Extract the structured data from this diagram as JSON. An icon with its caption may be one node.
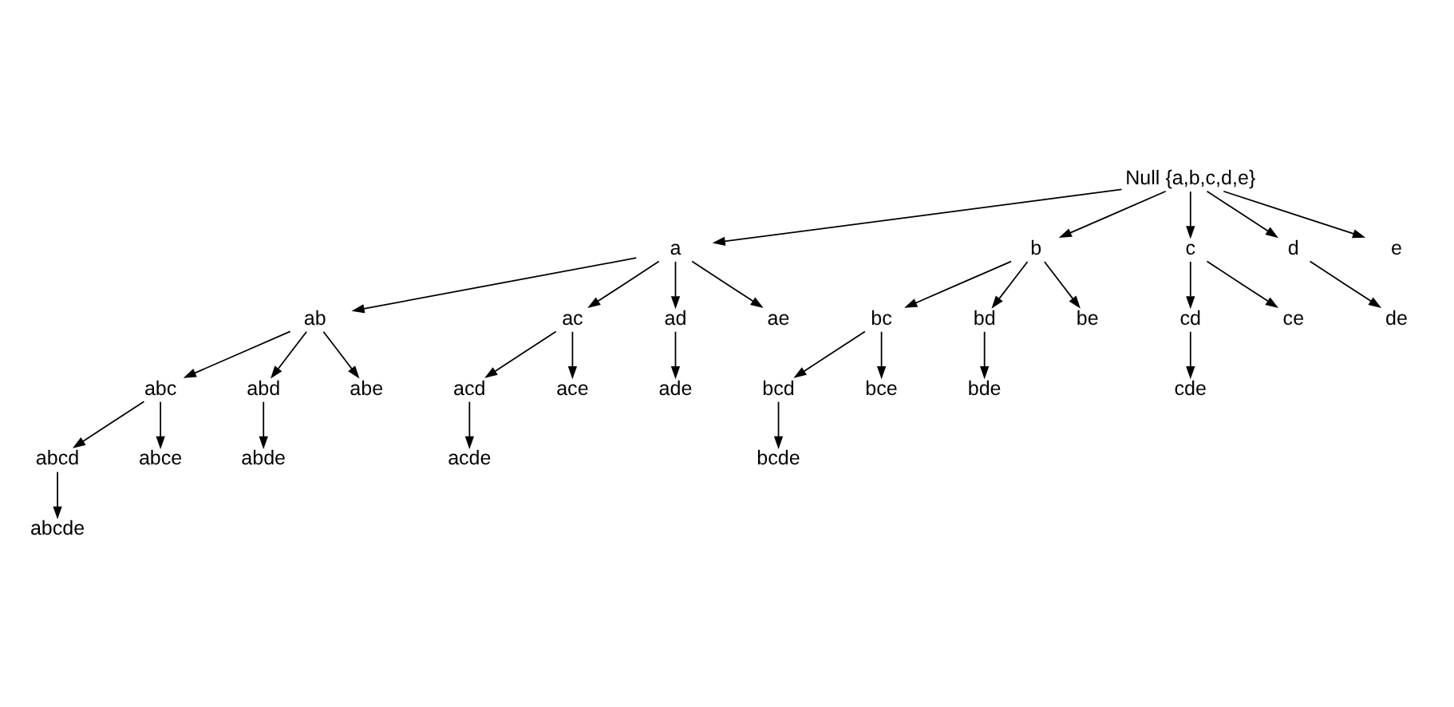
{
  "diagram": {
    "nodes": [
      {
        "text": [
          "Null {a,b,c,d,e}"
        ]
      },
      {
        "text": [
          "a"
        ]
      },
      {
        "text": [
          "b"
        ]
      },
      {
        "text": [
          "c"
        ]
      },
      {
        "text": [
          "d"
        ]
      },
      {
        "text": [
          "e"
        ]
      },
      {
        "text": [
          "ab"
        ]
      },
      {
        "text": [
          "ac"
        ]
      },
      {
        "text": [
          "ad"
        ]
      },
      {
        "text": [
          "ae"
        ]
      },
      {
        "text": [
          "bc"
        ]
      },
      {
        "text": [
          "bd"
        ]
      },
      {
        "text": [
          "be"
        ]
      },
      {
        "text": [
          "cd"
        ]
      },
      {
        "text": [
          "ce"
        ]
      },
      {
        "text": [
          "de"
        ]
      },
      {
        "text": [
          "abc"
        ]
      },
      {
        "text": [
          "abd"
        ]
      },
      {
        "text": [
          "abe"
        ]
      },
      {
        "text": [
          "acd"
        ]
      },
      {
        "text": [
          "ace"
        ]
      },
      {
        "text": [
          "ade"
        ]
      },
      {
        "text": [
          "bcd"
        ]
      },
      {
        "text": [
          "bce"
        ]
      },
      {
        "text": [
          "bde"
        ]
      },
      {
        "text": [
          "cde"
        ]
      },
      {
        "text": [
          "abcd"
        ]
      },
      {
        "text": [
          "abce"
        ]
      },
      {
        "text": [
          "abde"
        ]
      },
      {
        "text": [
          "acde"
        ]
      },
      {
        "text": [
          "bcde"
        ]
      },
      {
        "text": [
          "abcde"
        ]
      }
    ],
    "edges": [
      {
        "from": 0,
        "to": 1,
        "arrow": "to"
      },
      {
        "from": 0,
        "to": 2,
        "arrow": "to"
      },
      {
        "from": 0,
        "to": 3,
        "arrow": "to"
      },
      {
        "from": 0,
        "to": 4,
        "arrow": "to"
      },
      {
        "from": 0,
        "to": 5,
        "arrow": "to"
      },
      {
        "from": 1,
        "to": 6,
        "arrow": "to"
      },
      {
        "from": 1,
        "to": 7,
        "arrow": "to"
      },
      {
        "from": 1,
        "to": 8,
        "arrow": "to"
      },
      {
        "from": 1,
        "to": 9,
        "arrow": "to"
      },
      {
        "from": 2,
        "to": 10,
        "arrow": "to"
      },
      {
        "from": 2,
        "to": 11,
        "arrow": "to"
      },
      {
        "from": 2,
        "to": 12,
        "arrow": "to"
      },
      {
        "from": 3,
        "to": 13,
        "arrow": "to"
      },
      {
        "from": 3,
        "to": 14,
        "arrow": "to"
      },
      {
        "from": 4,
        "to": 15,
        "arrow": "to"
      },
      {
        "from": 6,
        "to": 16,
        "arrow": "to"
      },
      {
        "from": 6,
        "to": 17,
        "arrow": "to"
      },
      {
        "from": 6,
        "to": 18,
        "arrow": "to"
      },
      {
        "from": 7,
        "to": 19,
        "arrow": "to"
      },
      {
        "from": 7,
        "to": 20,
        "arrow": "to"
      },
      {
        "from": 8,
        "to": 21,
        "arrow": "to"
      },
      {
        "from": 10,
        "to": 22,
        "arrow": "to"
      },
      {
        "from": 10,
        "to": 23,
        "arrow": "to"
      },
      {
        "from": 11,
        "to": 24,
        "arrow": "to"
      },
      {
        "from": 13,
        "to": 25,
        "arrow": "to"
      },
      {
        "from": 16,
        "to": 26,
        "arrow": "to"
      },
      {
        "from": 16,
        "to": 27,
        "arrow": "to"
      },
      {
        "from": 17,
        "to": 28,
        "arrow": "to"
      },
      {
        "from": 19,
        "to": 29,
        "arrow": "to"
      },
      {
        "from": 22,
        "to": 30,
        "arrow": "to"
      },
      {
        "from": 26,
        "to": 31,
        "arrow": "to"
      }
    ]
  }
}
